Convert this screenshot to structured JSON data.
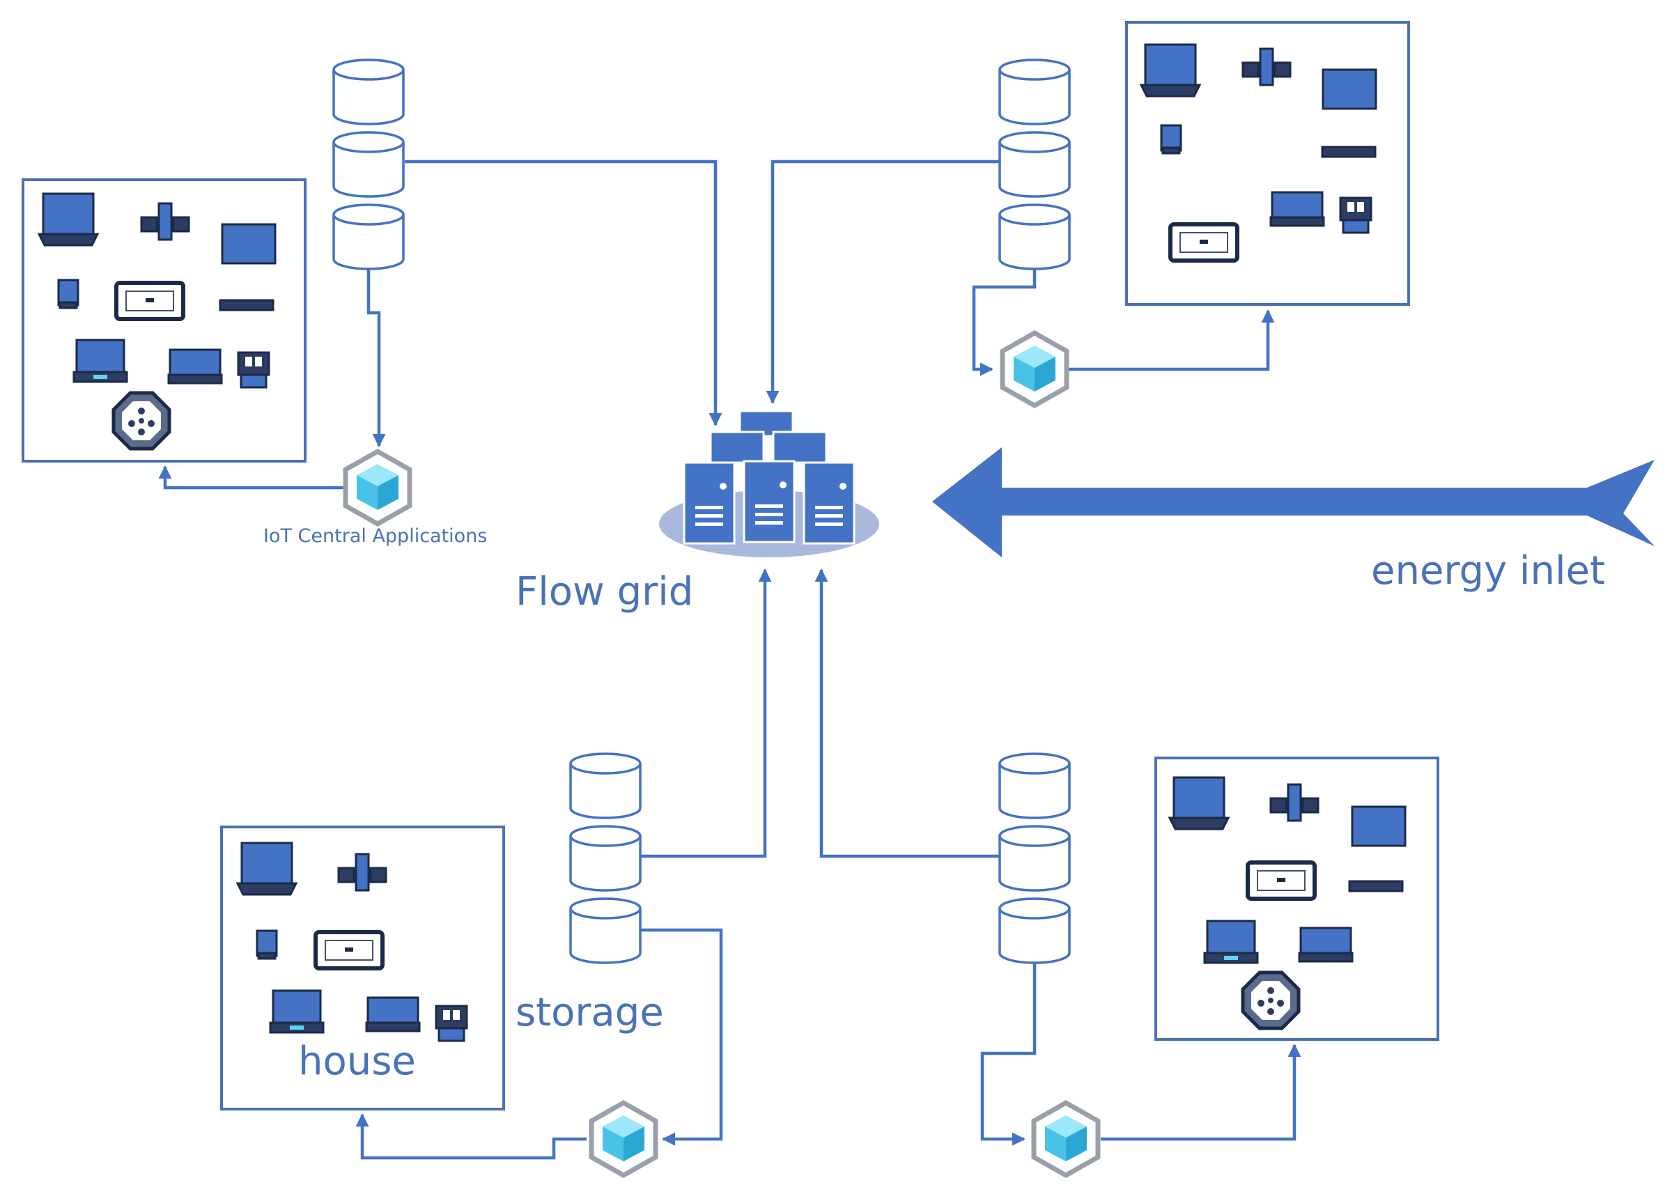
{
  "labels": {
    "iot_central": "IoT Central Applications",
    "flow_grid": "Flow grid",
    "energy_inlet": "energy inlet",
    "storage": "storage",
    "house": "house"
  },
  "colors": {
    "primary": "#4472c4",
    "label": "#4a72b8",
    "dark_outline": "#1b2a48",
    "hub_cyan": "#5fd3f0",
    "grid_base": "#a9b8dd"
  },
  "icons": {
    "storage": "database-cylinder-icon",
    "iot_hub": "iot-hub-icon",
    "server": "server-rack-icon",
    "device": "smart-device-icon"
  }
}
